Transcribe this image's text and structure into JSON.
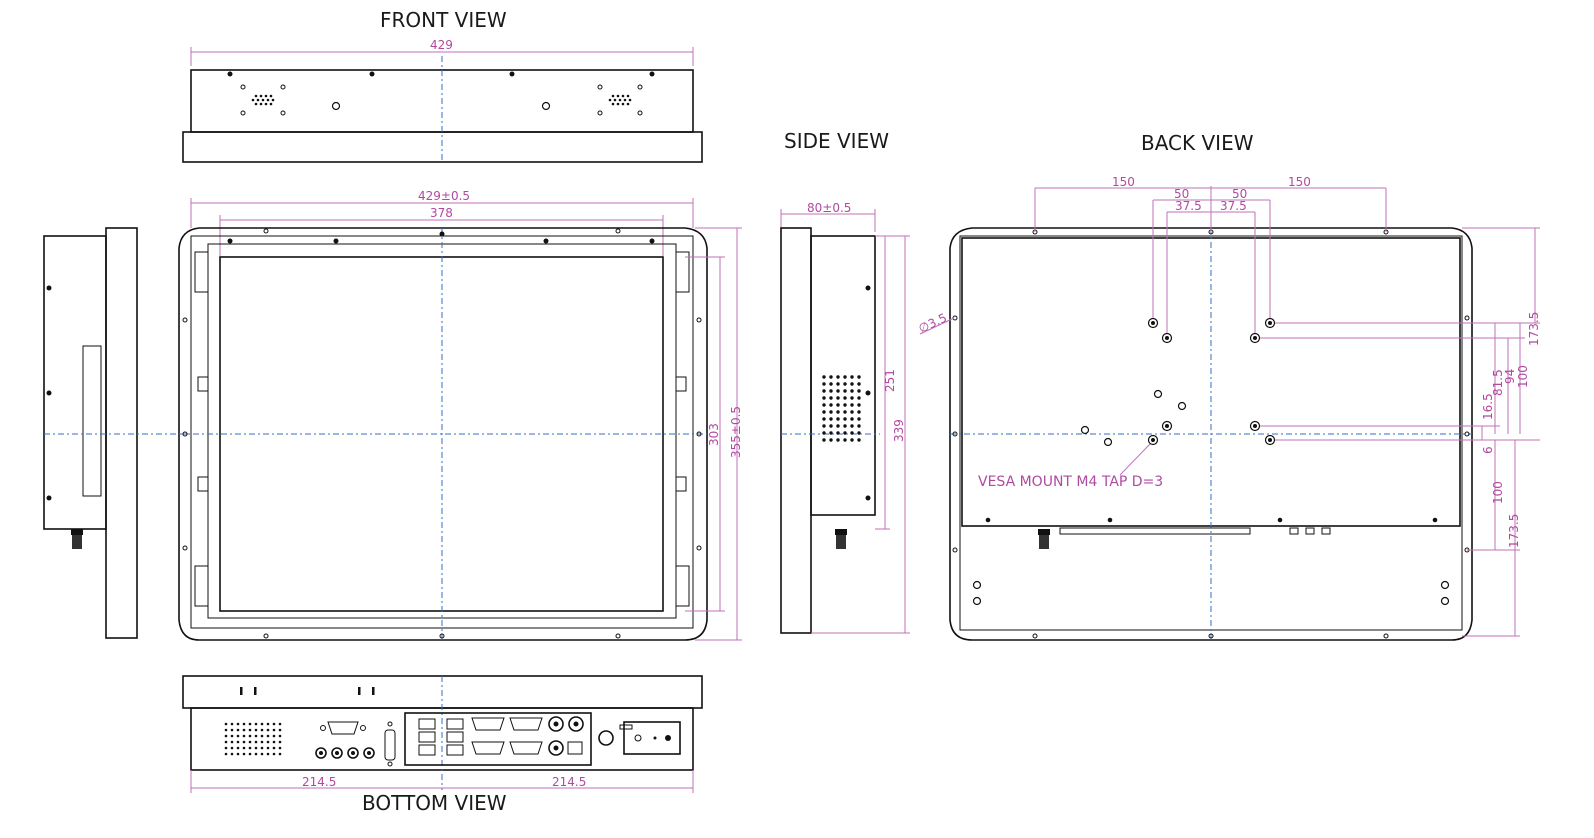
{
  "colors": {
    "outline": "#111111",
    "dimension": "#b04aa0",
    "centerline": "#3a6ec8",
    "background": "#ffffff"
  },
  "views": {
    "front_title": "FRONT VIEW",
    "side_title": "SIDE VIEW",
    "back_title": "BACK VIEW",
    "bottom_title": "BOTTOM  VIEW"
  },
  "dims": {
    "top_width": "429",
    "front_width": "429±0.5",
    "front_inner": "378",
    "front_h_inner": "303",
    "front_h_outer": "355±0.5",
    "side_depth": "80±0.5",
    "side_h1": "251",
    "side_h2": "339",
    "back_150_l": "150",
    "back_50_l": "50",
    "back_50_r": "50",
    "back_150_r": "150",
    "back_375_l": "37.5",
    "back_375_r": "37.5",
    "hole_dia": "∅3.5",
    "back_1735_top": "173.5",
    "back_100_top": "100",
    "back_94": "94",
    "back_815": "81.5",
    "back_165": "16.5",
    "back_6": "6",
    "back_100_bot": "100",
    "back_1735_bot": "173.5",
    "bottom_left": "214.5",
    "bottom_right": "214.5"
  },
  "notes": {
    "vesa": "VESA MOUNT M4 TAP D=3"
  }
}
